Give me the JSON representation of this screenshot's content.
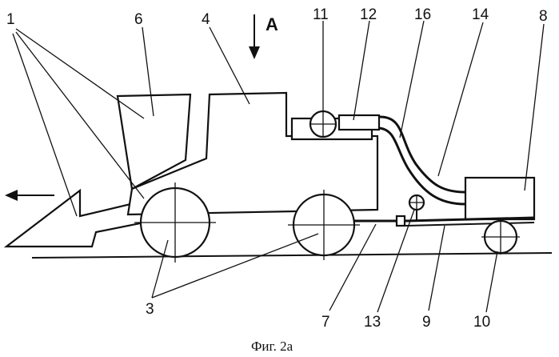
{
  "figure": {
    "caption": "Фиг. 2а",
    "view_marker": "A",
    "callouts": {
      "c1": "1",
      "c3": "3",
      "c4": "4",
      "c6": "6",
      "c7": "7",
      "c8": "8",
      "c9": "9",
      "c10": "10",
      "c11": "11",
      "c12": "12",
      "c13": "13",
      "c14": "14",
      "c16": "16"
    }
  }
}
